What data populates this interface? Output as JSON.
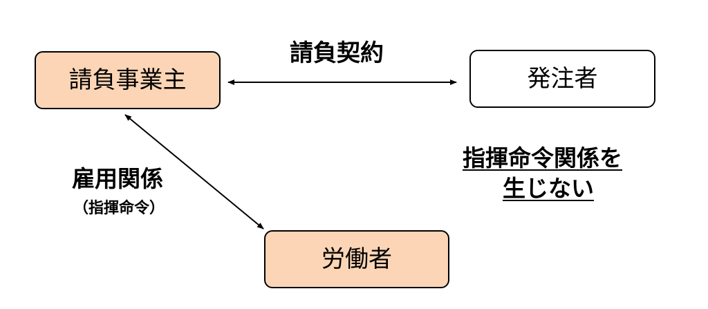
{
  "nodes": {
    "contractor": "請負事業主",
    "orderer": "発注者",
    "worker": "労働者"
  },
  "relations": {
    "contract": "請負契約",
    "employment": "雇用関係",
    "employment_sub": "（指揮命令）"
  },
  "note": {
    "line1": "指揮命令関係を",
    "line2": "生じない"
  },
  "colors": {
    "party_fill": "#fbd5b5",
    "orderer_fill": "#ffffff",
    "stroke": "#000000"
  }
}
